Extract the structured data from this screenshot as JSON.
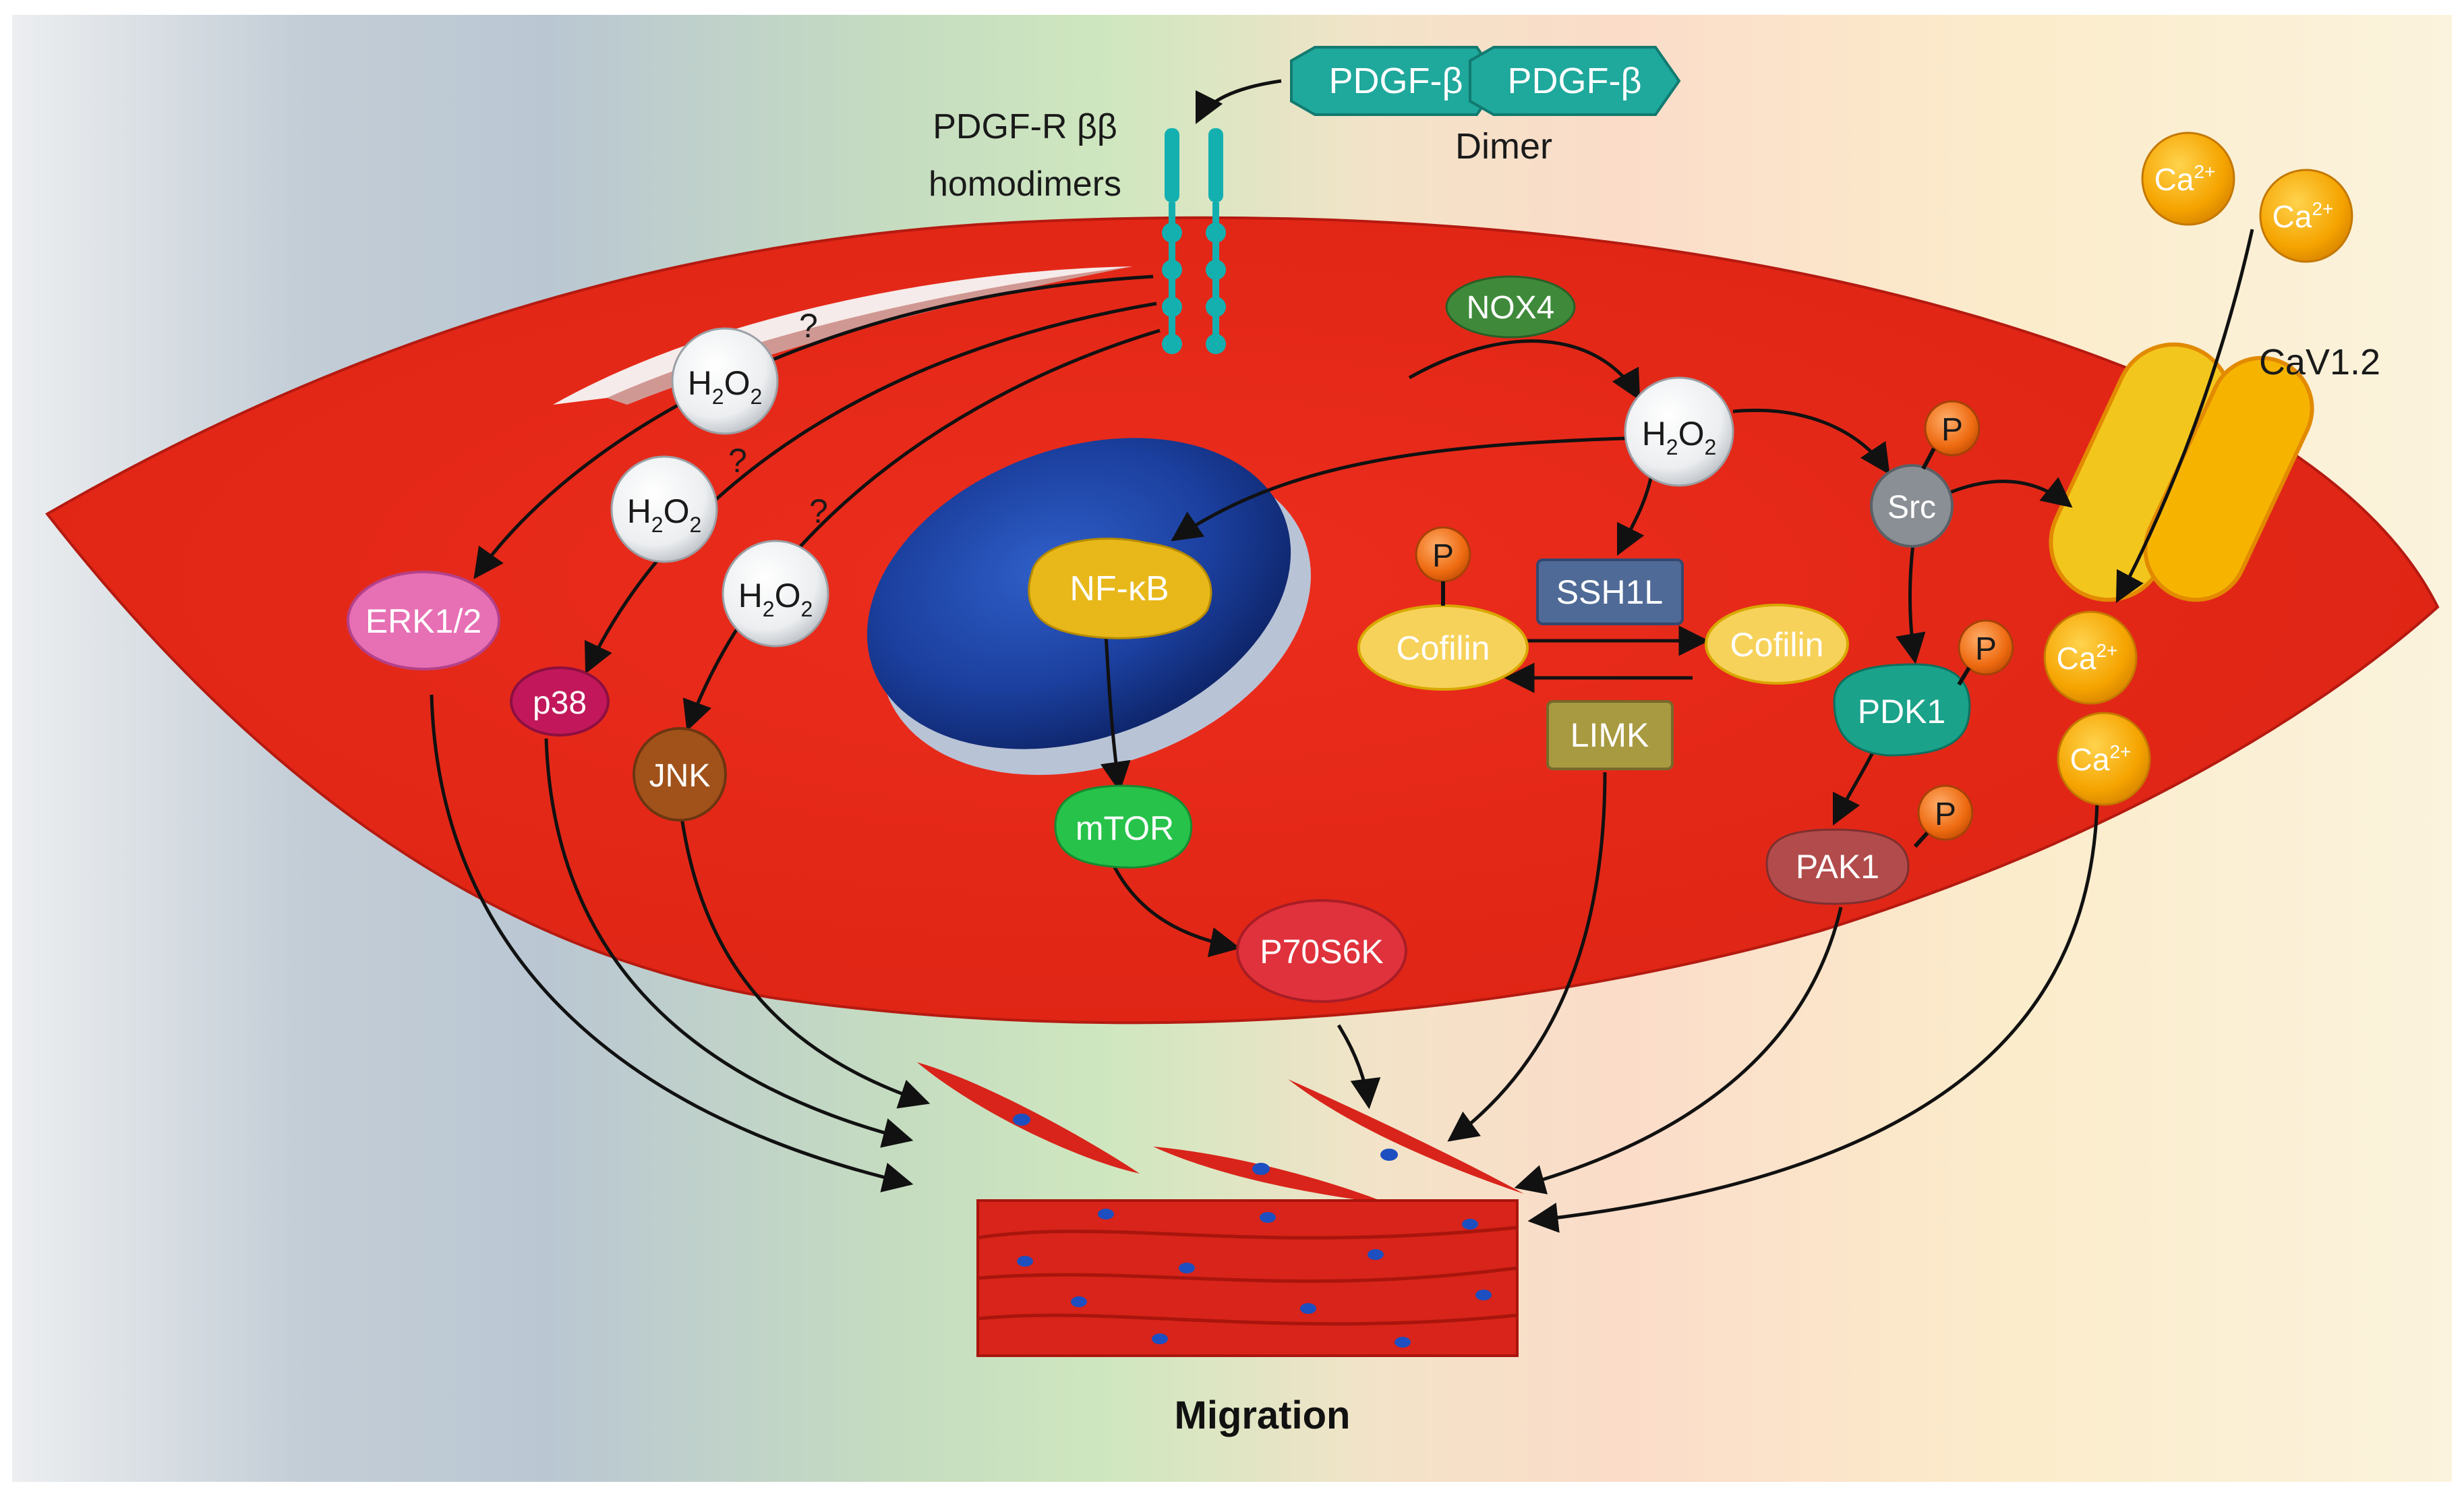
{
  "diagram": {
    "receptor_label": [
      "PDGF-R ββ",
      "homodimers"
    ],
    "ligand": {
      "monomer_label": "PDGF-β",
      "dimer_label": "Dimer"
    },
    "channel_label": "CaV1.2",
    "question_mark": "?",
    "h2o2": {
      "main": "H",
      "sub1": "2",
      "mid": "O",
      "sub2": "2"
    },
    "phospho_label": "P",
    "calcium": {
      "main": "Ca",
      "sup": "2+"
    },
    "nodes": {
      "nox4": "NOX4",
      "nfkb": "NF-κB",
      "mtor": "mTOR",
      "p70s6k": "P70S6K",
      "erk": "ERK1/2",
      "p38": "p38",
      "jnk": "JNK",
      "src": "Src",
      "ssh1l": "SSH1L",
      "limk": "LIMK",
      "cofilin_p": "Cofilin",
      "cofilin": "Cofilin",
      "pdk1": "PDK1",
      "pak1": "PAK1"
    },
    "outcome_label": "Migration"
  },
  "colors": {
    "cell_body": "#e3261b",
    "cell_dark": "#a8150d",
    "nucleus": "#1b3f9e",
    "receptor": "#14b0b0",
    "ligand": "#1fa89c",
    "nox4": "#3f8a3a",
    "nfkb": "#e8b81a",
    "mtor": "#27c24a",
    "p70s6k": "#e0323c",
    "erk": "#e76fb4",
    "p38": "#c2185b",
    "jnk": "#a0521a",
    "src": "#8a8f96",
    "ssh1l": "#4f6a96",
    "limk": "#a89a40",
    "cofilin": "#f7d25a",
    "pdk1": "#1aa28a",
    "pak1": "#b24b4b",
    "phospho": "#ee6a10",
    "calcium": "#f2a200",
    "channel": "#f3c61d",
    "h2o2": "#e6e8ea"
  }
}
